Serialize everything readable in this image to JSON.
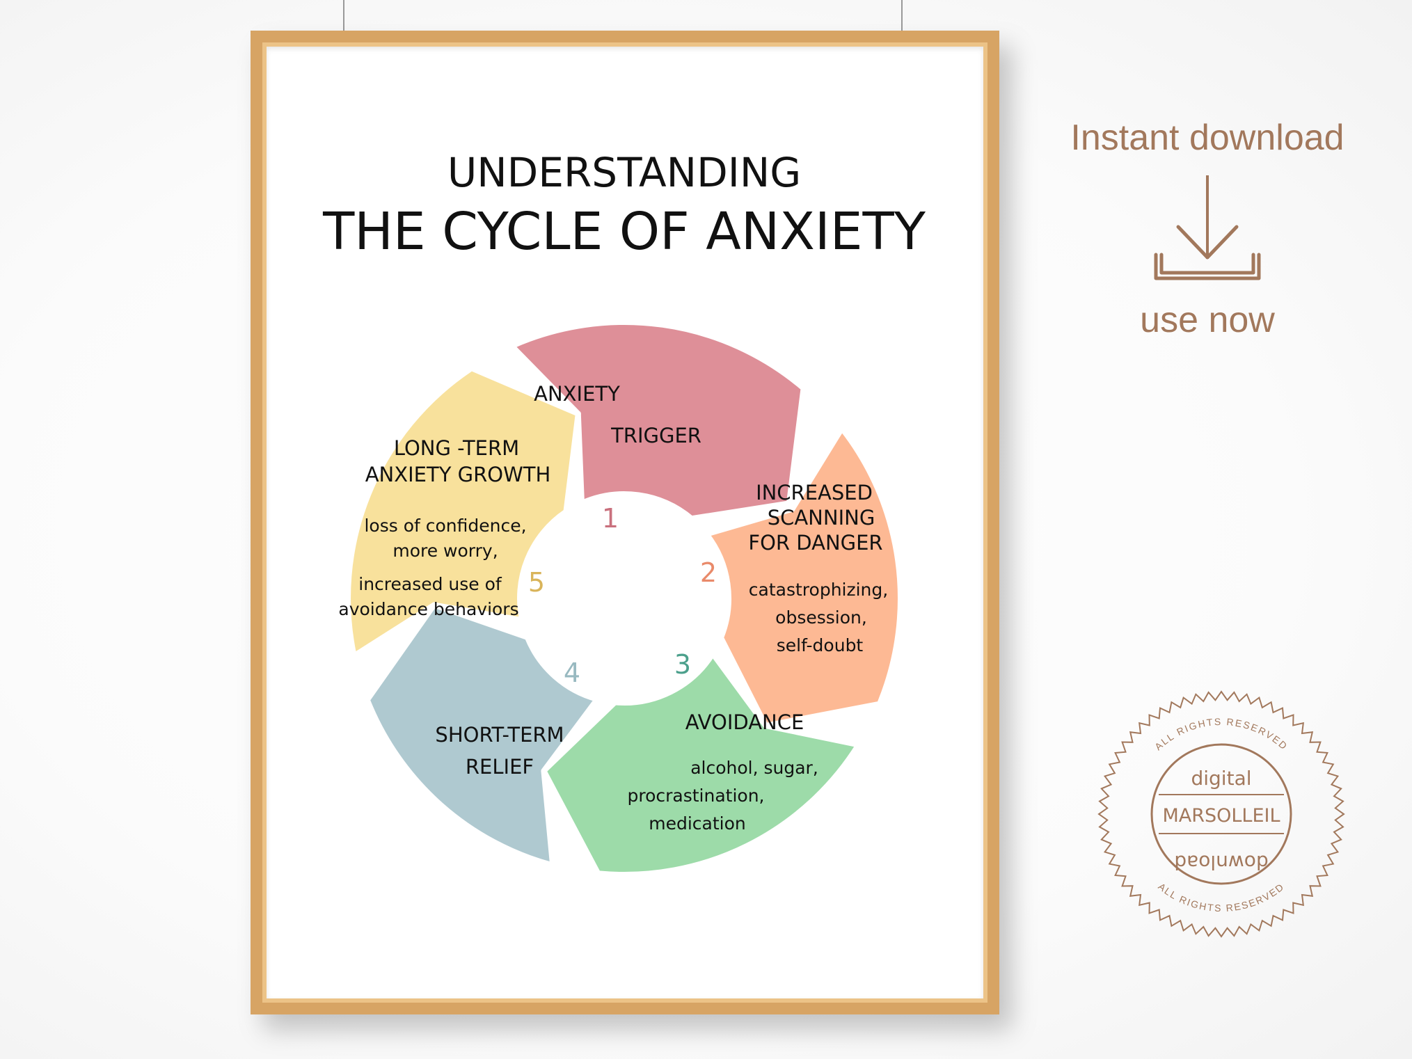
{
  "poster": {
    "title_line1": "UNDERSTANDING",
    "title_line2": "THE CYCLE OF ANXIETY",
    "segments": [
      {
        "number": "1",
        "title_lines": [
          "ANXIETY",
          "TRIGGER"
        ],
        "detail_lines": [],
        "color": "#de8f98",
        "number_color": "#c9707d"
      },
      {
        "number": "2",
        "title_lines": [
          "INCREASED",
          "SCANNING",
          "FOR DANGER"
        ],
        "detail_lines": [
          "catastrophizing,",
          "obsession,",
          "self-doubt"
        ],
        "color": "#fdb994",
        "number_color": "#e98a6a"
      },
      {
        "number": "3",
        "title_lines": [
          "AVOIDANCE"
        ],
        "detail_lines": [
          "alcohol, sugar,",
          "procrastination,",
          "medication"
        ],
        "color": "#9ddba9",
        "number_color": "#4ca08c"
      },
      {
        "number": "4",
        "title_lines": [
          "SHORT-TERM",
          "RELIEF"
        ],
        "detail_lines": [],
        "color": "#afc9d0",
        "number_color": "#98b9c0"
      },
      {
        "number": "5",
        "title_lines": [
          "LONG -TERM",
          "ANXIETY GROWTH"
        ],
        "detail_lines": [
          "loss of confidence,",
          "more worry,",
          "increased use of",
          "avoidance behaviors"
        ],
        "color": "#f8e19c",
        "number_color": "#d9b45a"
      }
    ]
  },
  "cta": {
    "top_text": "Instant download",
    "bottom_text": "use now",
    "icon": "download-icon",
    "color": "#a2785c"
  },
  "seal": {
    "ring_text": "ALL RIGHTS RESERVED",
    "top_word": "digital",
    "brand": "MARSOLLEIL",
    "bottom_word": "download",
    "color": "#a2785c"
  }
}
